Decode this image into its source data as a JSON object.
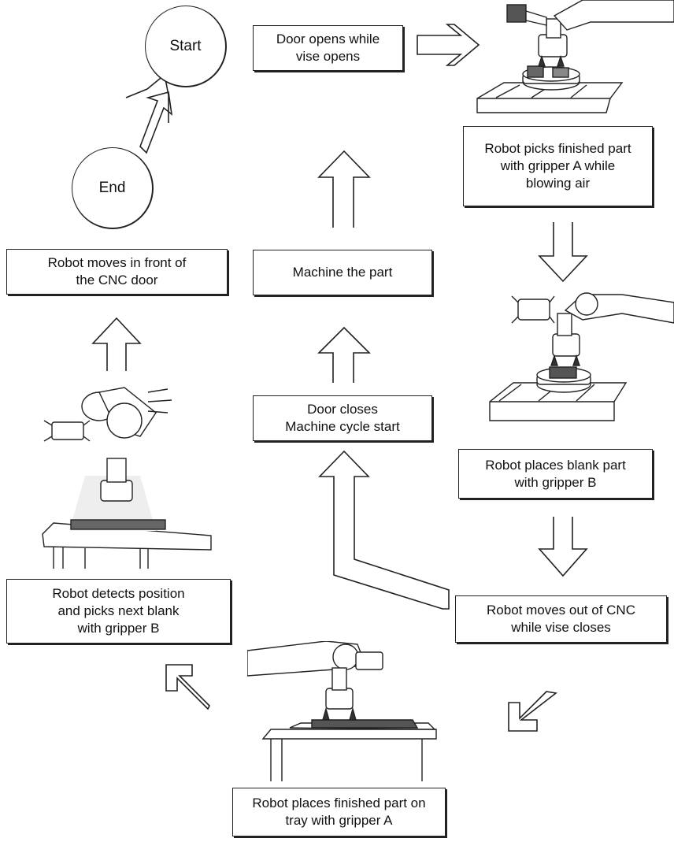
{
  "nodes": {
    "start": "Start",
    "end": "End",
    "door_opens": "Door opens while\nvise opens",
    "pick_finished": "Robot picks finished part\nwith gripper A while\nblowing air",
    "place_blank": "Robot places blank part\nwith gripper B",
    "move_out": "Robot moves out of CNC\nwhile vise closes",
    "place_tray": "Robot places finished part on\ntray with gripper A",
    "detect_pick": "Robot detects position\nand picks next blank\nwith gripper B",
    "move_front": "Robot moves in front of\nthe CNC door",
    "door_closes": "Door closes\nMachine cycle start",
    "machine": "Machine the part"
  },
  "colors": {
    "line": "#222222",
    "machine_gray": "#888888",
    "part_dark": "#444444"
  }
}
